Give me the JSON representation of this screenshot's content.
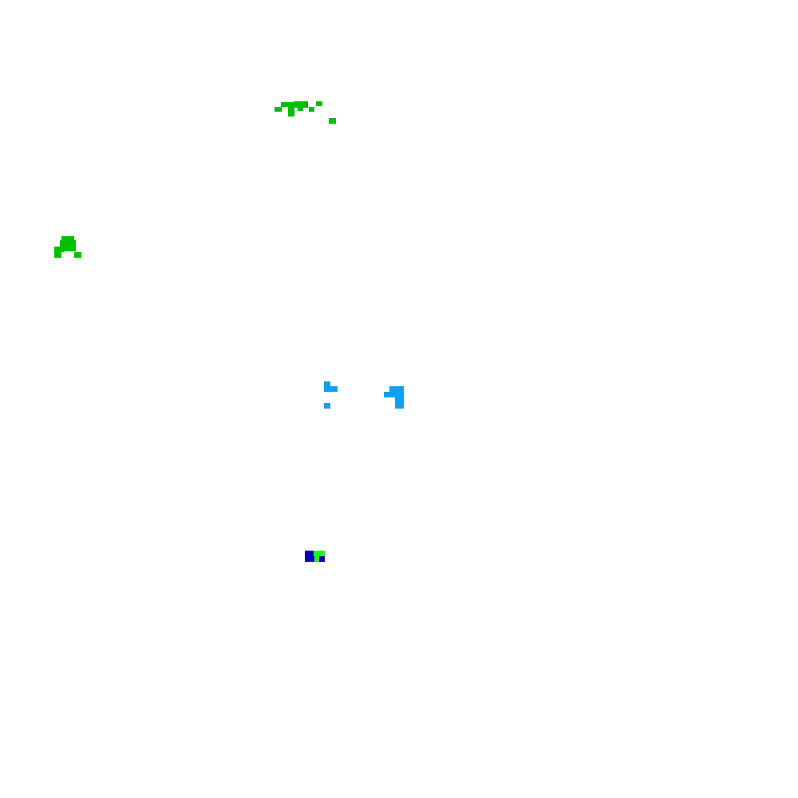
{
  "scene": {
    "background_color": "#ffffff",
    "palette": {
      "green": "#00c000",
      "light_blue": "#10a0f0",
      "dark_blue": "#0000c0",
      "bright_green": "#20f020"
    },
    "clusters": [
      {
        "name": "green-cluster-top",
        "color_key": "green"
      },
      {
        "name": "green-cluster-left",
        "color_key": "green"
      },
      {
        "name": "blue-cluster-center",
        "color_key": "light_blue"
      },
      {
        "name": "player-cluster-bottom",
        "color_key": "mixed"
      }
    ]
  }
}
